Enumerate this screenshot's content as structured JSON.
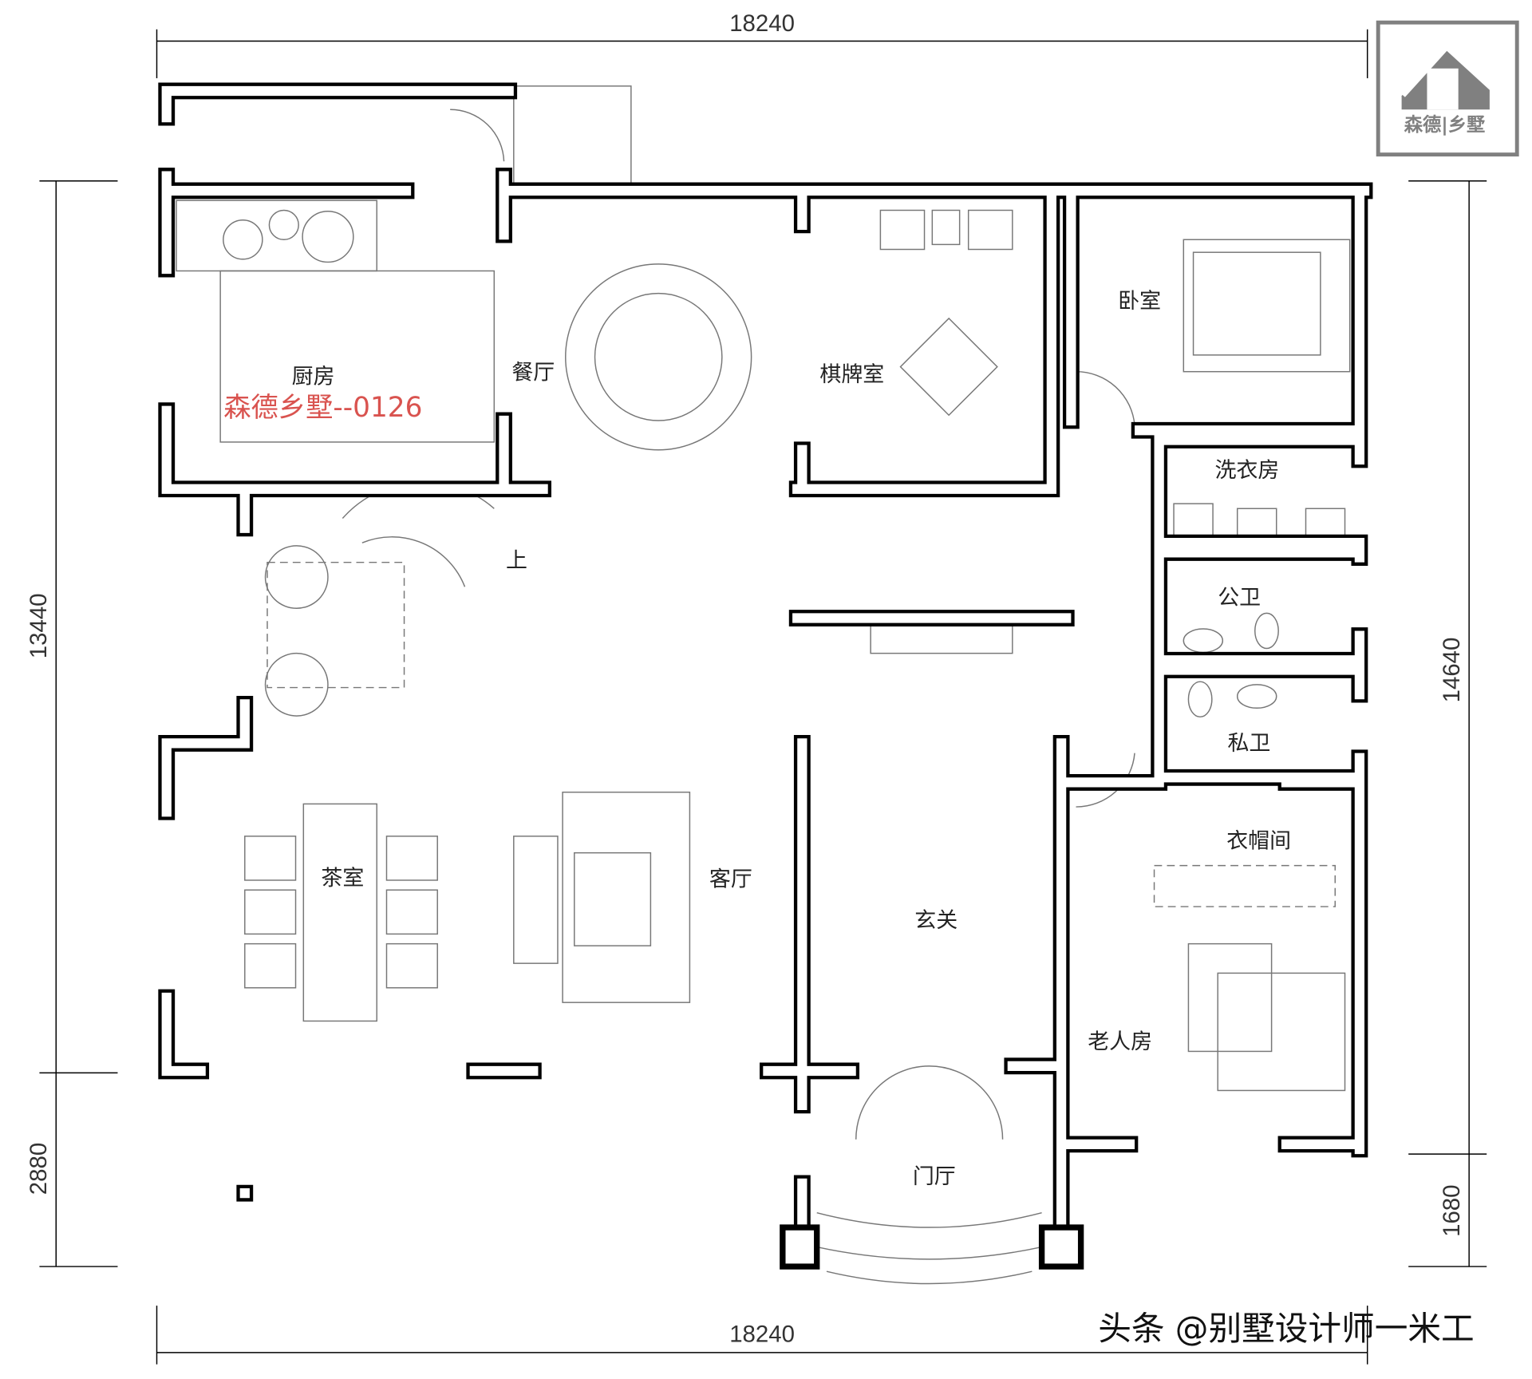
{
  "logo": {
    "text": "森德|乡墅",
    "color": "#808080"
  },
  "watermark": {
    "text": "森德乡墅--0126",
    "color": "#d9534f"
  },
  "credit": "头条 @别墅设计师一米工",
  "dimensions": {
    "top": "18240",
    "bottom": "18240",
    "left_main": "13440",
    "left_porch": "2880",
    "right_main": "14640",
    "right_porch": "1680"
  },
  "rooms": {
    "kitchen": "厨房",
    "dining": "餐厅",
    "mahjong": "棋牌室",
    "bedroom": "卧室",
    "laundry": "洗衣房",
    "public_bath": "公卫",
    "private_bath": "私卫",
    "cloakroom": "衣帽间",
    "elder_room": "老人房",
    "foyer": "玄关",
    "porch": "门厅",
    "living": "客厅",
    "tea_room": "茶室",
    "stairs_up": "上"
  }
}
